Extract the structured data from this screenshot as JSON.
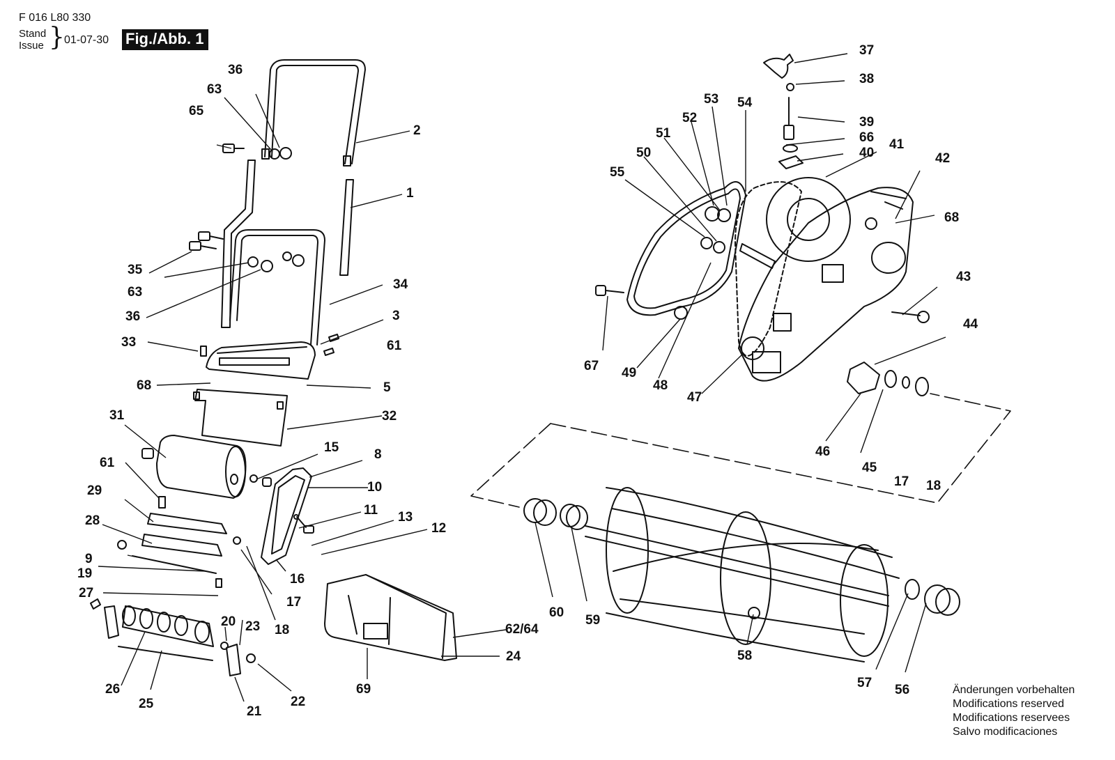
{
  "header": {
    "doc_number": "F 016 L80 330",
    "stand": "Stand",
    "issue": "Issue",
    "date": "01-07-30",
    "figure": "Fig./Abb. 1"
  },
  "part_labels": [
    "1",
    "2",
    "3",
    "5",
    "8",
    "9",
    "10",
    "11",
    "12",
    "13",
    "15",
    "16",
    "17",
    "17",
    "18",
    "18",
    "19",
    "20",
    "21",
    "22",
    "23",
    "24",
    "25",
    "26",
    "27",
    "28",
    "29",
    "31",
    "32",
    "33",
    "34",
    "35",
    "36",
    "36",
    "37",
    "38",
    "39",
    "40",
    "41",
    "42",
    "43",
    "44",
    "45",
    "46",
    "47",
    "48",
    "49",
    "50",
    "51",
    "52",
    "53",
    "54",
    "55",
    "56",
    "57",
    "58",
    "59",
    "60",
    "61",
    "61",
    "62/64",
    "63",
    "63",
    "65",
    "66",
    "67",
    "68",
    "68",
    "69"
  ],
  "notes": [
    "Änderungen vorbehalten",
    "Modifications reserved",
    "Modifications reservees",
    "Salvo modificaciones"
  ]
}
